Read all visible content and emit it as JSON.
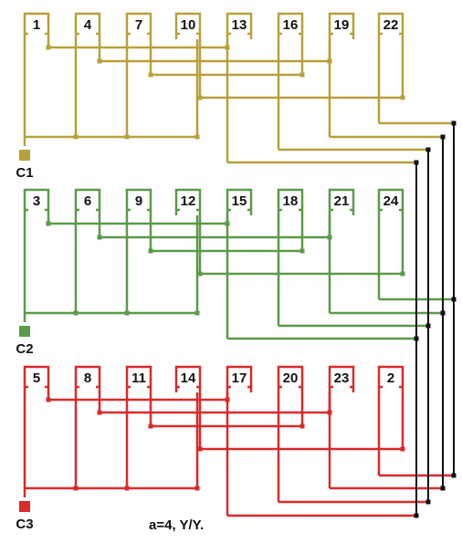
{
  "colors": {
    "c1": "#b8a03a",
    "c2": "#5a9a48",
    "c3": "#d92a2a",
    "bus": "#111111"
  },
  "phase_c1": {
    "label": "C1",
    "coils": [
      "1",
      "4",
      "7",
      "10",
      "13",
      "16",
      "19",
      "22"
    ]
  },
  "phase_c2": {
    "label": "C2",
    "coils": [
      "3",
      "6",
      "9",
      "12",
      "15",
      "18",
      "21",
      "24"
    ]
  },
  "phase_c3": {
    "label": "C3",
    "coils": [
      "5",
      "8",
      "11",
      "14",
      "17",
      "20",
      "23",
      "2"
    ]
  },
  "caption": "a=4, Y/Y."
}
